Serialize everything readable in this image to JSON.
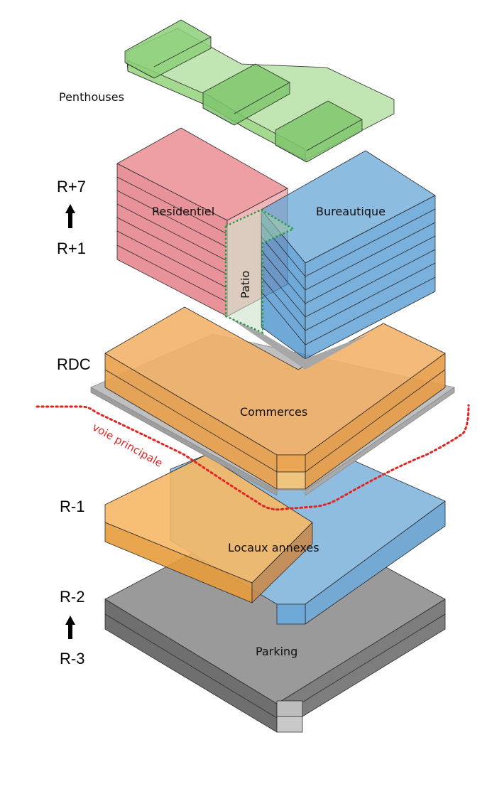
{
  "levels": {
    "penthouses": "Penthouses",
    "r7": "R+7",
    "r1": "R+1",
    "rdc": "RDC",
    "rm1": "R-1",
    "rm2": "R-2",
    "rm3": "R-3"
  },
  "labels": {
    "residentiel": "Residentiel",
    "bureautique": "Bureautique",
    "patio": "Patio",
    "commerces": "Commerces",
    "locaux_annexes": "Locaux annexes",
    "parking": "Parking",
    "voie_principale": "voie principale"
  },
  "colors": {
    "penthouses": "#9fd68a",
    "residentiel": "#e77f86",
    "bureautique": "#5fa3d6",
    "commerces": "#f0a54a",
    "parking": "#8f8f8f",
    "patio_outline": "#1e9a3c",
    "voie_principale": "#e32222"
  }
}
